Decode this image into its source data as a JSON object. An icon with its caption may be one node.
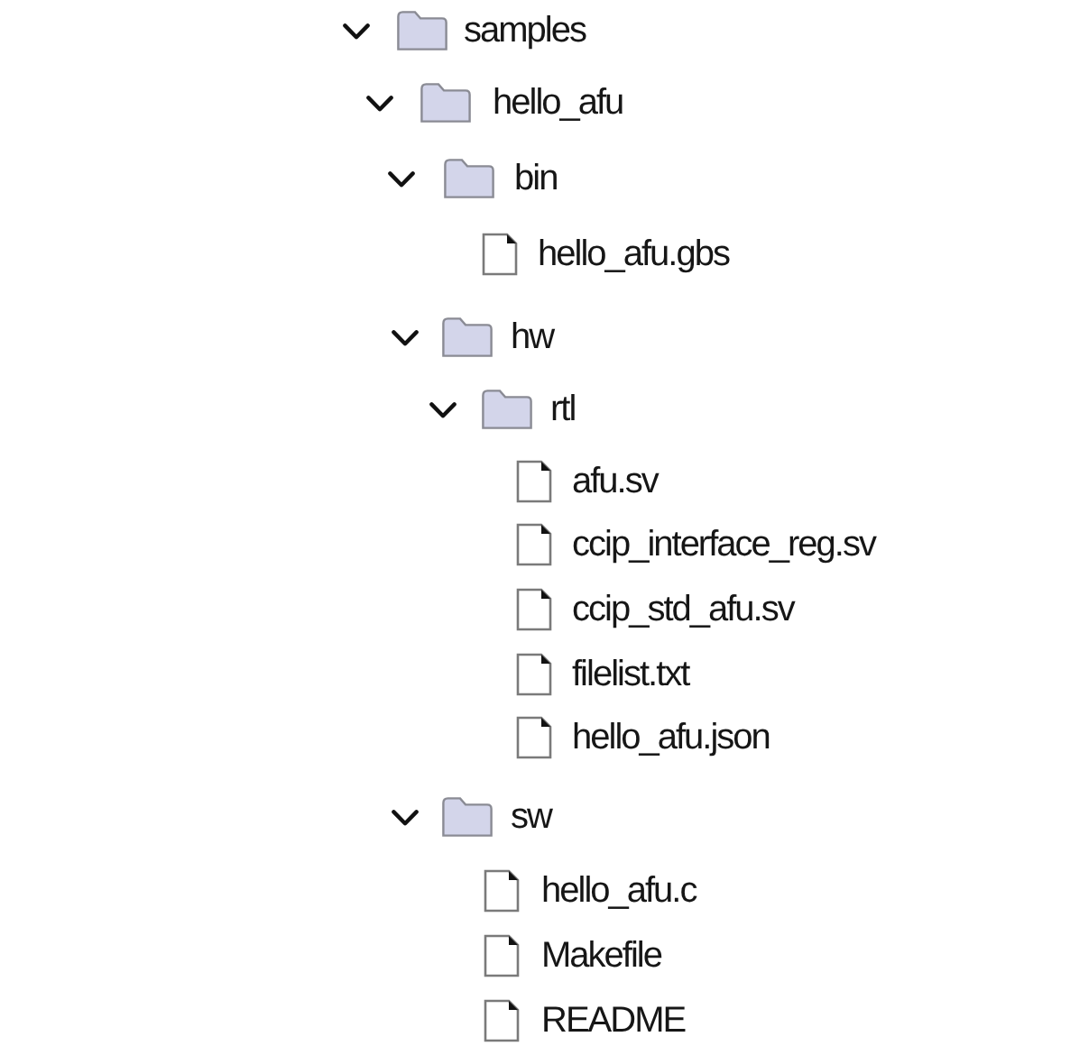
{
  "diagram": {
    "nodes": [
      {
        "text": [
          "samples"
        ]
      },
      {
        "text": [
          "hello_afu"
        ]
      },
      {
        "text": [
          "bin"
        ]
      },
      {
        "text": [
          "hello_afu.gbs"
        ]
      },
      {
        "text": [
          "hw"
        ]
      },
      {
        "text": [
          "rtl"
        ]
      },
      {
        "text": [
          "afu.sv"
        ]
      },
      {
        "text": [
          "ccip_interface_reg.sv"
        ]
      },
      {
        "text": [
          "ccip_std_afu.sv"
        ]
      },
      {
        "text": [
          "filelist.txt"
        ]
      },
      {
        "text": [
          "hello_afu.json"
        ]
      },
      {
        "text": [
          "sw"
        ]
      },
      {
        "text": [
          "hello_afu.c"
        ]
      },
      {
        "text": [
          "Makefile"
        ]
      },
      {
        "text": [
          "README"
        ]
      }
    ]
  }
}
